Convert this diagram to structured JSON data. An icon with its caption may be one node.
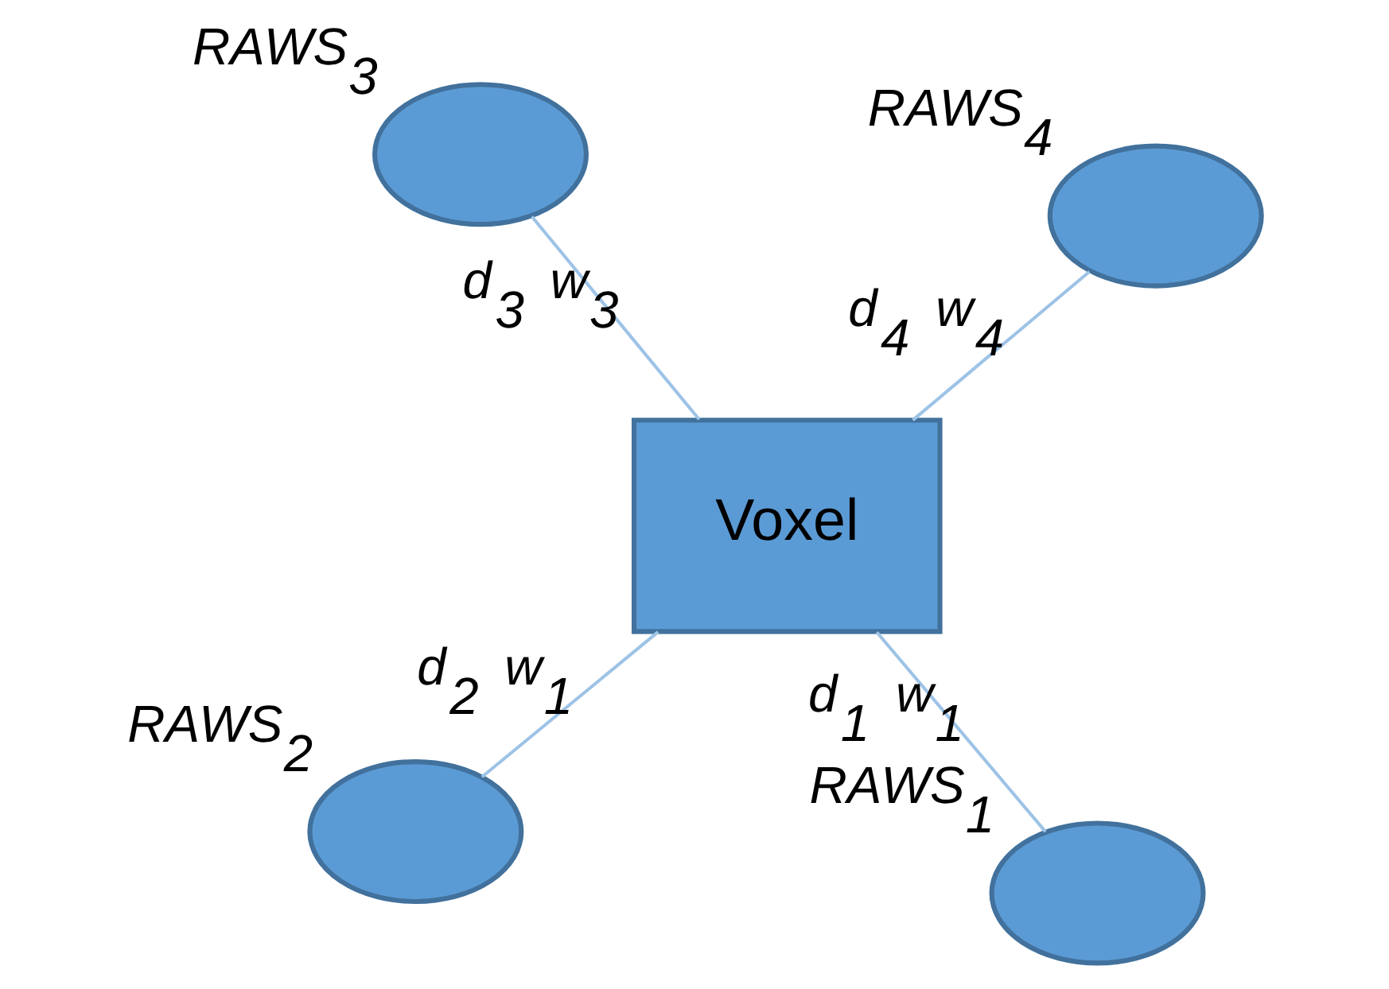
{
  "diagram": {
    "nodes": [
      {
        "text": [],
        "shape": "circle",
        "beside": [
          "RAWS$_{2}$"
        ]
      },
      {
        "text": [],
        "shape": "circle",
        "beside": [
          "RAWS$_{1}$"
        ]
      },
      {
        "text": [
          "Voxel"
        ]
      },
      {
        "text": [],
        "shape": "circle",
        "beside": [
          "RAWS$_{3}$"
        ]
      },
      {
        "text": [],
        "shape": "circle",
        "beside": [
          "RAWS$_{4}$"
        ]
      }
    ],
    "edges": [
      {
        "from": 0,
        "to": 2,
        "arrow": "none",
        "label": "d$_{2}$ w$_{1}$"
      },
      {
        "from": 1,
        "to": 2,
        "arrow": "none",
        "label": "d$_{1}$ w$_{1}$"
      },
      {
        "from": 2,
        "to": 3,
        "arrow": "none",
        "label": "d$_{3}$ w$_{3}$"
      },
      {
        "from": 2,
        "to": 4,
        "arrow": "none",
        "label": "d$_{4}$ w$_{4}$"
      }
    ]
  }
}
